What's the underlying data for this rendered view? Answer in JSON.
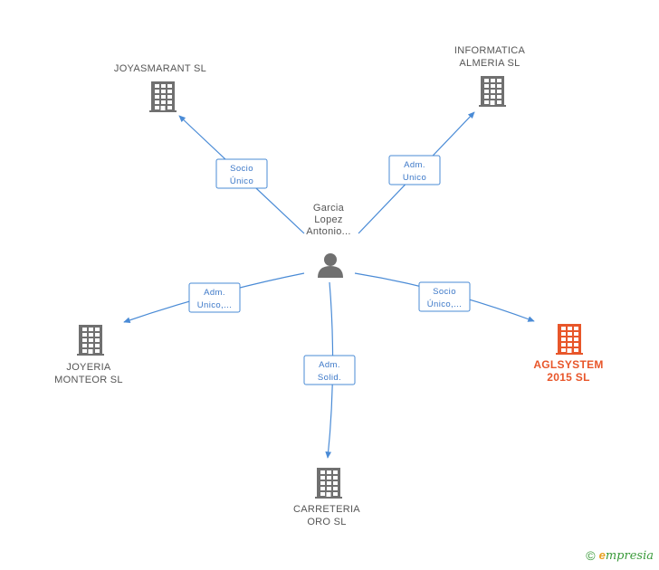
{
  "center": {
    "lines": [
      "Garcia",
      "Lopez",
      "Antonio..."
    ],
    "icon": "person-icon"
  },
  "companies": [
    {
      "id": "joyasmarant",
      "lines": [
        "JOYASMARANT SL"
      ],
      "highlight": false,
      "icon": "building-icon"
    },
    {
      "id": "informatica",
      "lines": [
        "INFORMATICA",
        "ALMERIA SL"
      ],
      "highlight": false,
      "icon": "building-icon"
    },
    {
      "id": "joyeria",
      "lines": [
        "JOYERIA",
        "MONTEOR  SL"
      ],
      "highlight": false,
      "icon": "building-icon"
    },
    {
      "id": "aglsystem",
      "lines": [
        "AGLSYSTEM",
        "2015  SL"
      ],
      "highlight": true,
      "icon": "building-icon"
    },
    {
      "id": "carreteria",
      "lines": [
        "CARRETERIA",
        "ORO SL"
      ],
      "highlight": false,
      "icon": "building-icon"
    }
  ],
  "edges": [
    {
      "target": "joyasmarant",
      "label": [
        "Socio",
        "Único"
      ]
    },
    {
      "target": "informatica",
      "label": [
        "Adm.",
        "Unico"
      ]
    },
    {
      "target": "joyeria",
      "label": [
        "Adm.",
        "Unico,..."
      ]
    },
    {
      "target": "aglsystem",
      "label": [
        "Socio",
        "Único,..."
      ]
    },
    {
      "target": "carreteria",
      "label": [
        "Adm.",
        "Solid."
      ]
    }
  ],
  "colors": {
    "edge": "#4a8bd6",
    "building": "#707070",
    "building_highlight": "#e8562a",
    "person": "#707070"
  },
  "footer": {
    "copyright": "©",
    "brand_initial": "e",
    "brand_rest": "mpresia"
  }
}
